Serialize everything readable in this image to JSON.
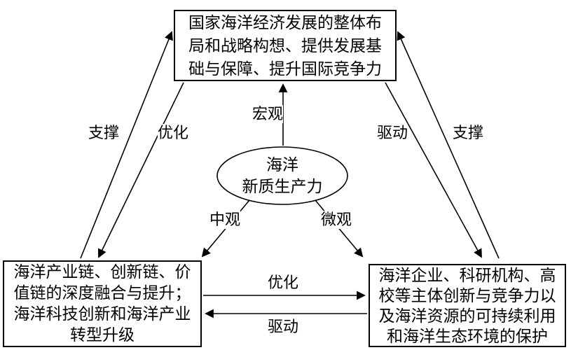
{
  "diagram": {
    "center_ellipse": {
      "text": "海洋\n新质生产力"
    },
    "boxes": {
      "top": {
        "text": "国家海洋经济发展的整体布\n局和战略构想、提供发展基\n础与保障、提升国际竞争力"
      },
      "bottom_left": {
        "text": "海洋产业链、创新链、价\n值链的深度融合与提升；\n海洋科技创新和海洋产业\n转型升级"
      },
      "bottom_right": {
        "text": "海洋企业、科研机构、高\n校等主体创新与竞争力以\n及海洋资源的可持续利用\n和海洋生态环境的保护"
      }
    },
    "edge_labels": {
      "support_left": "支撑",
      "optimize_left": "优化",
      "macro": "宏观",
      "drive_right": "驱动",
      "support_right": "支撑",
      "meso": "中观",
      "micro": "微观",
      "optimize_between": "优化",
      "drive_between": "驱动"
    },
    "colors": {
      "line": "#000000",
      "text": "#000000",
      "background": "#ffffff"
    }
  }
}
